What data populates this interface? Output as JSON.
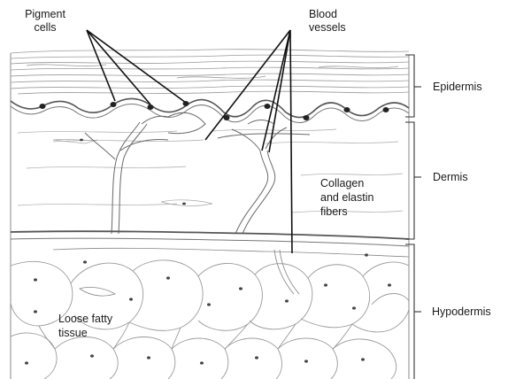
{
  "labels": {
    "pigment_cells": [
      "Pigment",
      "cells"
    ],
    "blood_vessels": [
      "Blood",
      "vessels"
    ],
    "epidermis": "Epidermis",
    "dermis": "Dermis",
    "hypodermis": "Hypodermis",
    "collagen": [
      "Collagen",
      "and elastin",
      "fibers"
    ],
    "loose_fatty": [
      "Loose fatty",
      "tissue"
    ]
  }
}
